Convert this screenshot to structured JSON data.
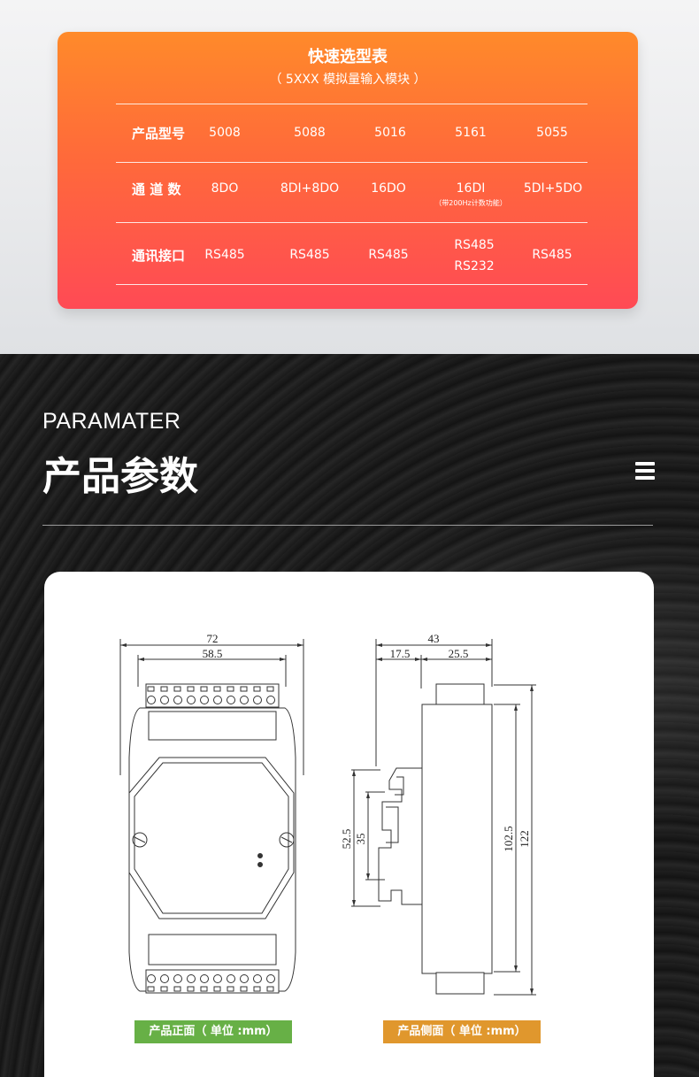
{
  "selection_table": {
    "title": "快速选型表",
    "subtitle": "（ 5XXX 模拟量输入模块 ）",
    "rows": [
      {
        "label": "产品型号",
        "cells": [
          "5008",
          "5088",
          "5016",
          "5161",
          "5055"
        ]
      },
      {
        "label": "通 道 数",
        "cells": [
          "8DO",
          "8DI+8DO",
          "16DO",
          "16DI",
          "5DI+5DO"
        ],
        "note": "（带200Hz计数功能）"
      },
      {
        "label": "通讯接口",
        "cells": [
          "RS485",
          "RS485",
          "RS485",
          "RS485",
          "RS485"
        ],
        "cell4_line2": "RS232"
      }
    ]
  },
  "params_section": {
    "eyebrow": "PARAMATER",
    "title": "产品参数",
    "menu_icon": "hamburger-menu-icon"
  },
  "drawing": {
    "front": {
      "width_total": "72",
      "width_inner": "58.5",
      "caption": "产品正面（ 单位 :mm）"
    },
    "side": {
      "depth_total": "43",
      "depth_a": "17.5",
      "depth_b": "25.5",
      "rail_outer": "52.5",
      "rail_inner": "35",
      "height_inner": "102.5",
      "height_total": "122",
      "caption": "产品侧面（ 单位 :mm）"
    }
  },
  "colors": {
    "card_top": "#ff8a2a",
    "card_bottom": "#ff4a55",
    "caption_front": "#67b046",
    "caption_side": "#e0972d"
  }
}
